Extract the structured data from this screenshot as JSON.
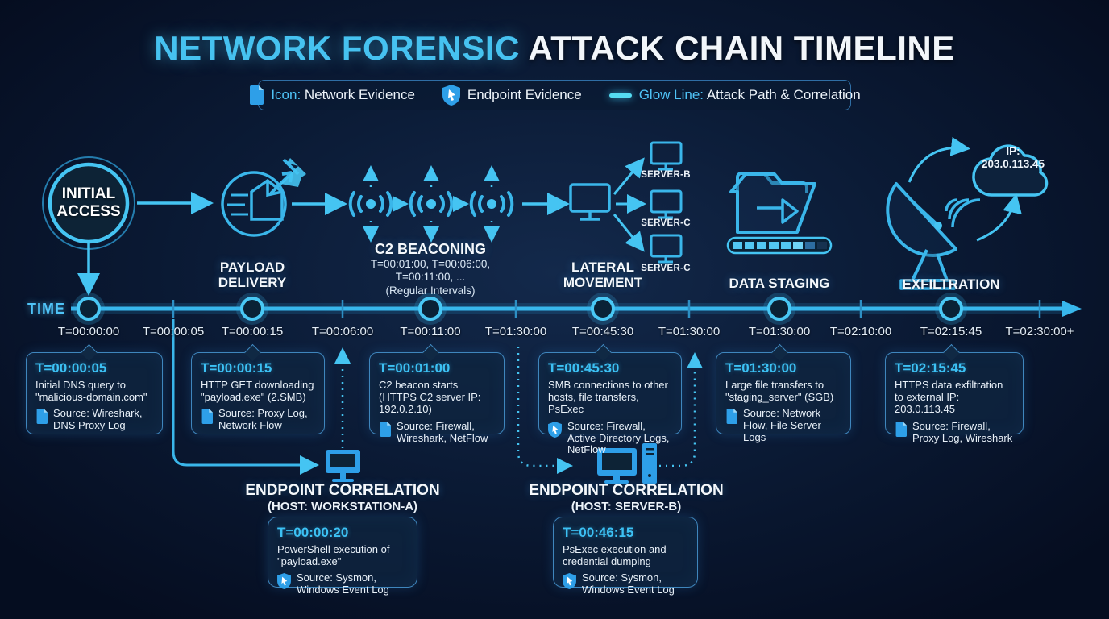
{
  "title": {
    "highlight": "NETWORK FORENSIC",
    "rest": " ATTACK CHAIN TIMELINE"
  },
  "legend": {
    "network": {
      "prefix": "Icon:",
      "label": " Network Evidence",
      "icon": "document-icon"
    },
    "endpoint": {
      "label": "Endpoint Evidence",
      "icon": "shield-icon"
    },
    "glow": {
      "prefix": "Glow Line:",
      "label": " Attack Path & Correlation",
      "icon": "glow-line-swatch"
    }
  },
  "colors": {
    "accent": "#46c2f0",
    "line": "#3ab6ea",
    "card_border": "#3f86bd",
    "card_bg": "#102944",
    "time_text": "#3cc1f4",
    "background": "#0b1b36"
  },
  "timeline": {
    "axis_label": "TIME",
    "ticks": [
      "T=00:00:00",
      "T=00:00:05",
      "T=00:00:15",
      "T=00:06:00",
      "T=00:11:00",
      "T=01:30:00",
      "T=00:45:30",
      "T=01:30:00",
      "T=01:30:00",
      "T=02:10:00",
      "T=02:15:45",
      "T=02:30:00+"
    ]
  },
  "stages": [
    {
      "label": "INITIAL ACCESS"
    },
    {
      "label": "PAYLOAD DELIVERY"
    },
    {
      "label": "C2 BEACONING",
      "sublines": [
        "T=00:01:00, T=00:06:00,",
        "T=00:11:00, ...",
        "(Regular Intervals)"
      ]
    },
    {
      "label": "LATERAL MOVEMENT",
      "servers": [
        "SERVER-B",
        "SERVER-C",
        "SERVER-C"
      ]
    },
    {
      "label": "DATA STAGING"
    },
    {
      "label": "EXFILTRATION",
      "cloud": {
        "line1": "IP:",
        "line2": "203.0.113.45"
      }
    }
  ],
  "evidence_cards": [
    {
      "time": "T=00:00:05",
      "desc": "Initial DNS query to \"malicious-domain.com\"",
      "icon": "document",
      "source": "Source: Wireshark, DNS Proxy Log"
    },
    {
      "time": "T=00:00:15",
      "desc": "HTTP GET downloading \"payload.exe\" (2.SMB)",
      "icon": "document",
      "source": "Source: Proxy Log, Network Flow"
    },
    {
      "time": "T=00:01:00",
      "desc": "C2 beacon starts (HTTPS C2 server IP: 192.0.2.10)",
      "icon": "document",
      "source": "Source: Firewall, Wireshark, NetFlow"
    },
    {
      "time": "T=00:45:30",
      "desc": "SMB connections to other hosts, file transfers, PsExec",
      "icon": "shield",
      "source": "Source: Firewall, Active Directory Logs, NetFlow"
    },
    {
      "time": "T=01:30:00",
      "desc": "Large file transfers to \"staging_server\" (SGB)",
      "icon": "document",
      "source": "Source: Network Flow, File Server Logs"
    },
    {
      "time": "T=02:15:45",
      "desc": "HTTPS data exfiltration to external IP: 203.0.113.45",
      "icon": "document",
      "source": "Source: Firewall, Proxy Log, Wireshark"
    }
  ],
  "endpoint_correlations": [
    {
      "title": "ENDPOINT CORRELATION",
      "host": "(HOST: WORKSTATION-A)",
      "card": {
        "time": "T=00:00:20",
        "desc": "PowerShell execution of \"payload.exe\"",
        "icon": "shield",
        "source": "Source: Sysmon, Windows Event Log"
      }
    },
    {
      "title": "ENDPOINT CORRELATION",
      "host": "(HOST: SERVER-B)",
      "card": {
        "time": "T=00:46:15",
        "desc": "PsExec execution and credential dumping",
        "icon": "shield",
        "source": "Source: Sysmon, Windows Event Log"
      }
    }
  ]
}
